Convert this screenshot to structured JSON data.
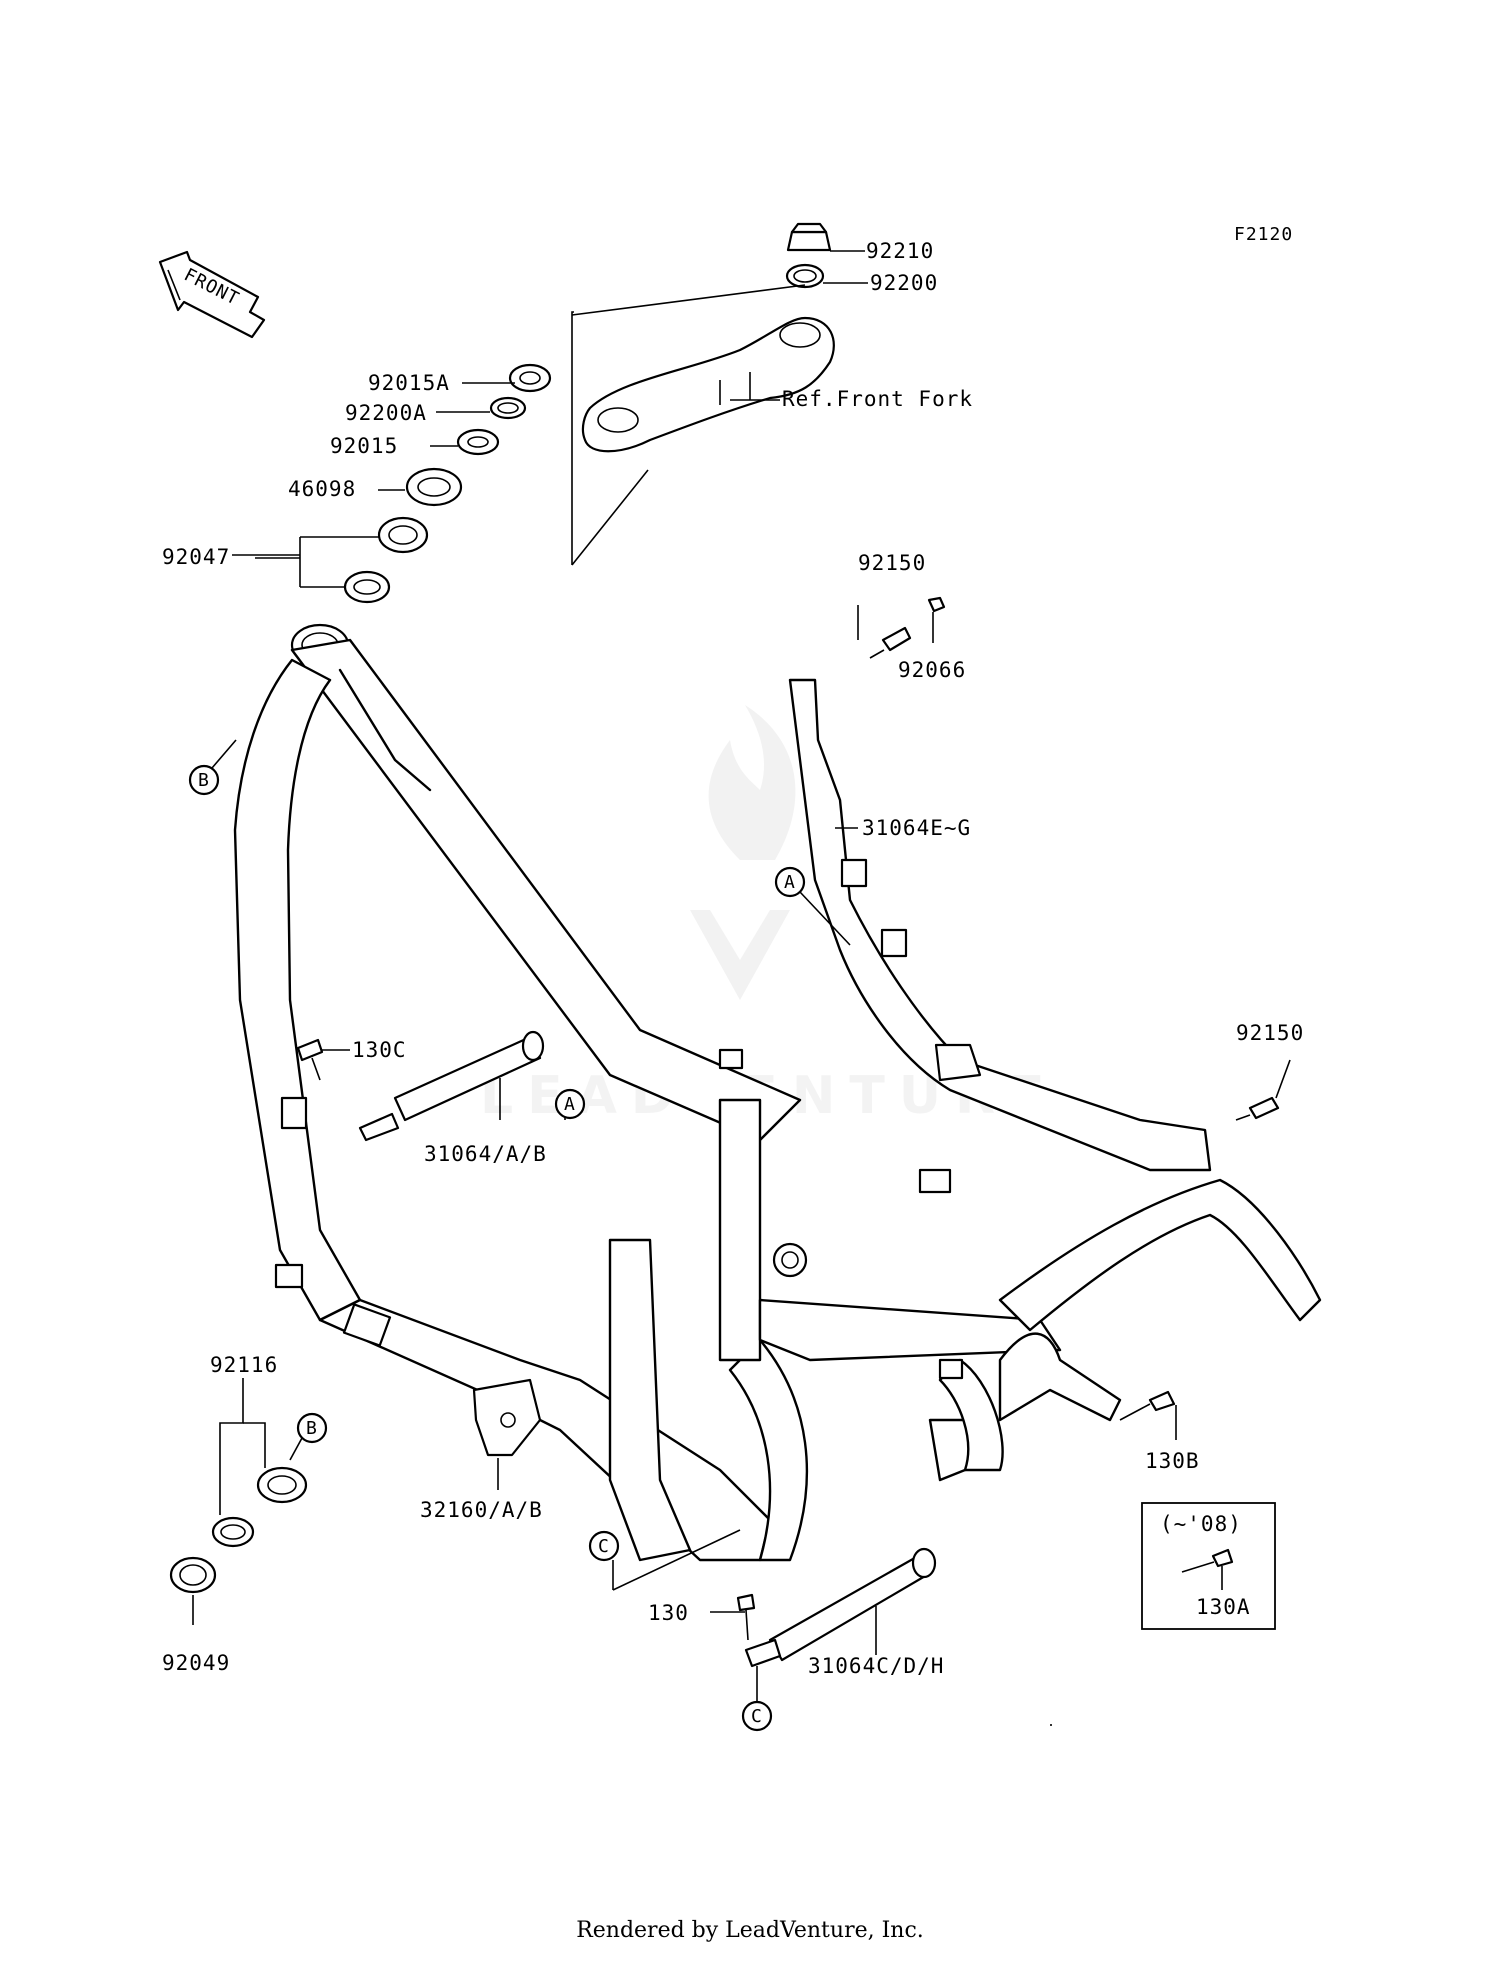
{
  "diagram_code": "F2120",
  "front_label": "FRONT",
  "footer": "Rendered by LeadVenture, Inc.",
  "watermark": "LEADVENTURE",
  "parts": {
    "p92210": "92210",
    "p92200": "92200",
    "ref_front_fork": "Ref.Front Fork",
    "p92015A": "92015A",
    "p92200A": "92200A",
    "p92015": "92015",
    "p46098": "46098",
    "p92047": "92047",
    "p92150_top": "92150",
    "p92066": "92066",
    "p31064EG": "31064E~G",
    "p130C": "130C",
    "p31064AB": "31064/A/B",
    "p92150_right": "92150",
    "p92116": "92116",
    "p32160AB": "32160/A/B",
    "p130B": "130B",
    "p130": "130",
    "p31064CDH": "31064C/D/H",
    "p92049": "92049",
    "p130A": "130A",
    "inset_note": "(~'08)"
  },
  "callouts": {
    "A": "A",
    "B": "B",
    "C": "C"
  }
}
